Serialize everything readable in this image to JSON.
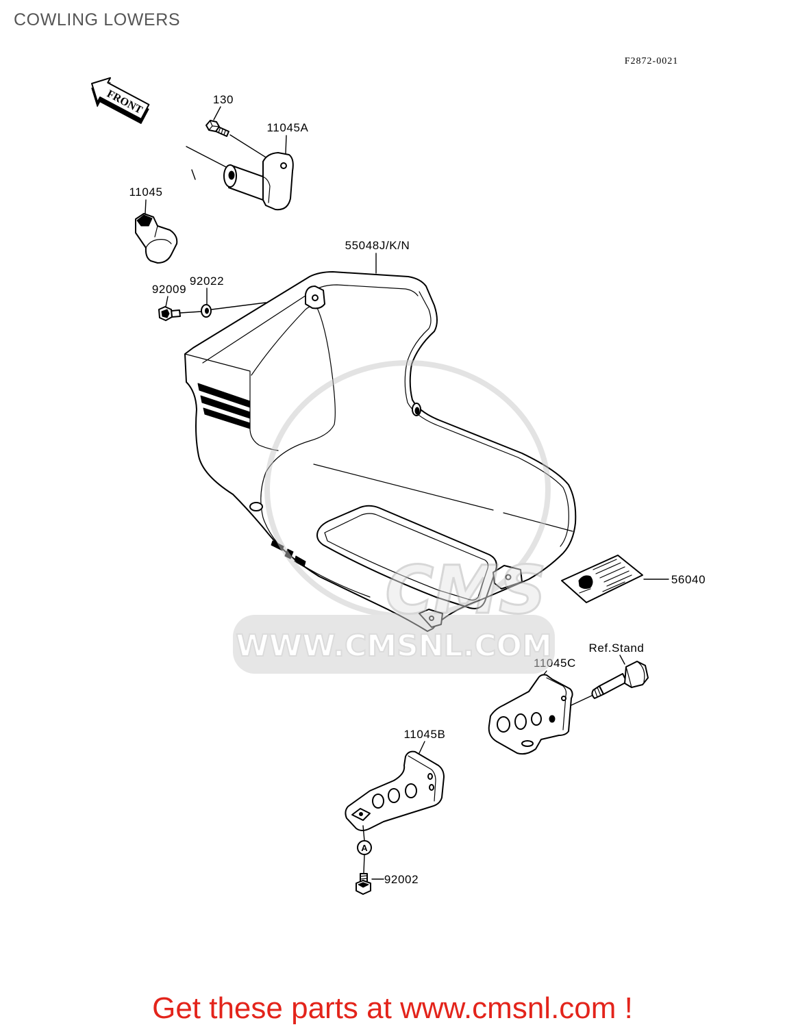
{
  "header": {
    "title": "COWLING LOWERS"
  },
  "diagram": {
    "code": "F2872-0021",
    "front_arrow_label": "FRONT",
    "callouts": {
      "c130": "130",
      "c11045A": "11045A",
      "c11045": "11045",
      "c55048": "55048J/K/N",
      "c92022": "92022",
      "c92009": "92009",
      "c56040": "56040",
      "ref_stand": "Ref.Stand",
      "c11045C": "11045C",
      "c11045B": "11045B",
      "ref_a": "A",
      "c92002": "92002"
    },
    "icons": {
      "front_arrow": "front-arrow-icon"
    }
  },
  "watermark": {
    "logo_text": "CMS",
    "url_text": "WWW.CMSNL.COM"
  },
  "footer": {
    "promo_text": "Get these parts at www.cmsnl.com !"
  },
  "colors": {
    "title": "#555555",
    "footer": "#e3241b",
    "line": "#000000",
    "watermark": "#c8c8c8"
  }
}
